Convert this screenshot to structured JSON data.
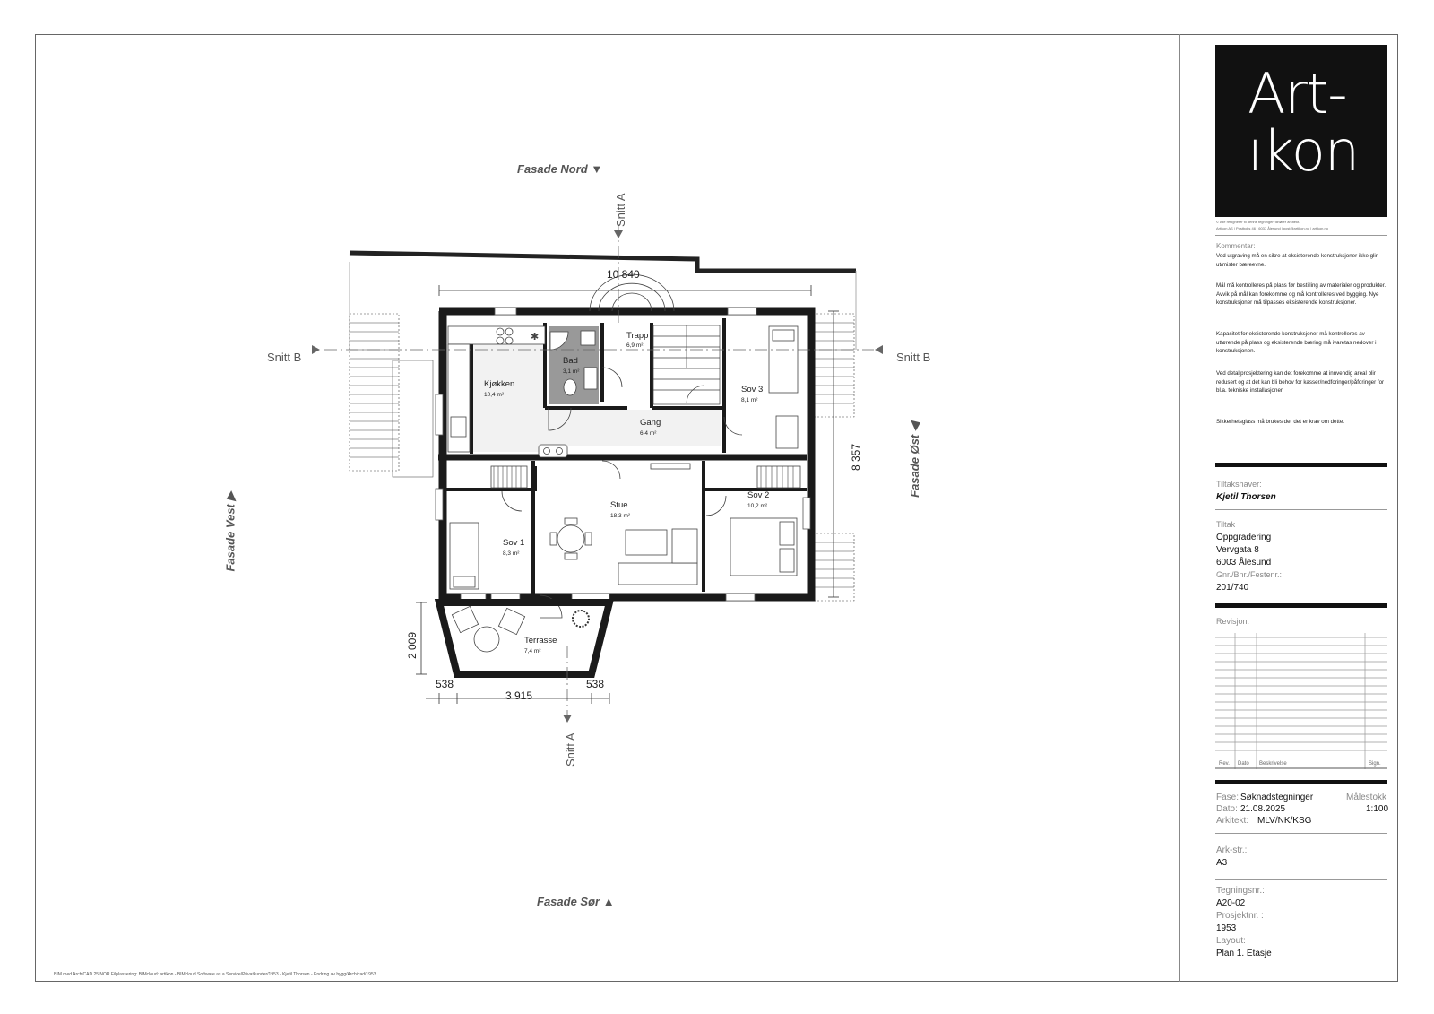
{
  "logo": {
    "line1": "Art-",
    "line2": "ıkon"
  },
  "copyright": {
    "line1": "© Alle rettigheter til denne tegningen tilhører arkitekt.",
    "line2": "Artikon AS | Postboks 46 | 6037 Ålesund | post@artikon.no | artikon.no"
  },
  "kommentar": {
    "label": "Kommentar:",
    "p1": "Ved utgraving må en sikre at eksisterende konstruksjoner ikke glir ut/mister bæreevne.",
    "p2": "Mål må kontrolleres på plass før bestilling av materialer og produkter. Avvik på mål kan forekomme og må kontrolleres ved bygging. Nye konstruksjoner må tilpasses eksisterende konstruksjoner.",
    "p3": "Kapasitet for eksisterende konstruksjoner må kontrolleres av utførende på plass og eksisterende bæring må ivaretas nedover i konstruksjonen.",
    "p4": "Ved detaljprosjektering kan det forekomme at innvendig areal blir redusert og at det kan bli behov for kasser/nedforinger/påforinger for bl.a. tekniske installasjoner.",
    "p5": "Sikkerhetsglass må brukes der det er krav om dette."
  },
  "tiltakshaver": {
    "label": "Tiltakshaver:",
    "value": "Kjetil Thorsen"
  },
  "tiltak": {
    "label": "Tiltak",
    "line1": "Oppgradering",
    "line2": "Vervgata 8",
    "line3": "6003 Ålesund",
    "gnr_label": "Gnr./Bnr./Festenr.:",
    "gnr_value": "201/740"
  },
  "revisjon": {
    "label": "Revisjon:",
    "headers": [
      "Rev.",
      "Dato",
      "Beskrivelse",
      "Sign."
    ]
  },
  "fase": {
    "label": "Fase:",
    "value": "Søknadstegninger"
  },
  "dato": {
    "label": "Dato:",
    "value": "21.08.2025"
  },
  "arkitekt": {
    "label": "Arkitekt:",
    "value": "MLV/NK/KSG"
  },
  "malestokk": {
    "label": "Målestokk",
    "value": "1:100"
  },
  "arkstr": {
    "label": "Ark-str.:",
    "value": "A3"
  },
  "tegningsnr": {
    "label": "Tegningsnr.:",
    "value": "A20-02"
  },
  "prosjektnr": {
    "label": "Prosjektnr. :",
    "value": "1953"
  },
  "layout": {
    "label": "Layout:",
    "value": "Plan 1. Etasje"
  },
  "footer": "BIM med ArchiCAD 25 NOR    Filplassering: BIMcloud: artikon - BIMcloud Software as a Service/Privatkunder/1953 - Kjetil Thorsen - Endring av bygg/Archicad/1953",
  "plan": {
    "fasade_nord": "Fasade Nord",
    "fasade_sor": "Fasade Sør",
    "fasade_vest": "Fasade Vest",
    "fasade_ost": "Fasade Øst",
    "snitt_a": "Snitt A",
    "snitt_b": "Snitt B",
    "dim_top": "10 840",
    "dim_right": "8 357",
    "dim_terrace_h": "2 009",
    "dim_left_538": "538",
    "dim_right_538": "538",
    "dim_bottom": "3 915",
    "rooms": [
      {
        "name": "Kjøkken",
        "area": "10,4 m²"
      },
      {
        "name": "Bad",
        "area": "3,1 m²"
      },
      {
        "name": "Trapp",
        "area": "6,9 m²"
      },
      {
        "name": "Sov 3",
        "area": "8,1 m²"
      },
      {
        "name": "Gang",
        "area": "6,4 m²"
      },
      {
        "name": "Stue",
        "area": "18,3 m²"
      },
      {
        "name": "Sov 2",
        "area": "10,2 m²"
      },
      {
        "name": "Sov 1",
        "area": "8,3 m²"
      },
      {
        "name": "Terrasse",
        "area": "7,4 m²"
      }
    ]
  }
}
